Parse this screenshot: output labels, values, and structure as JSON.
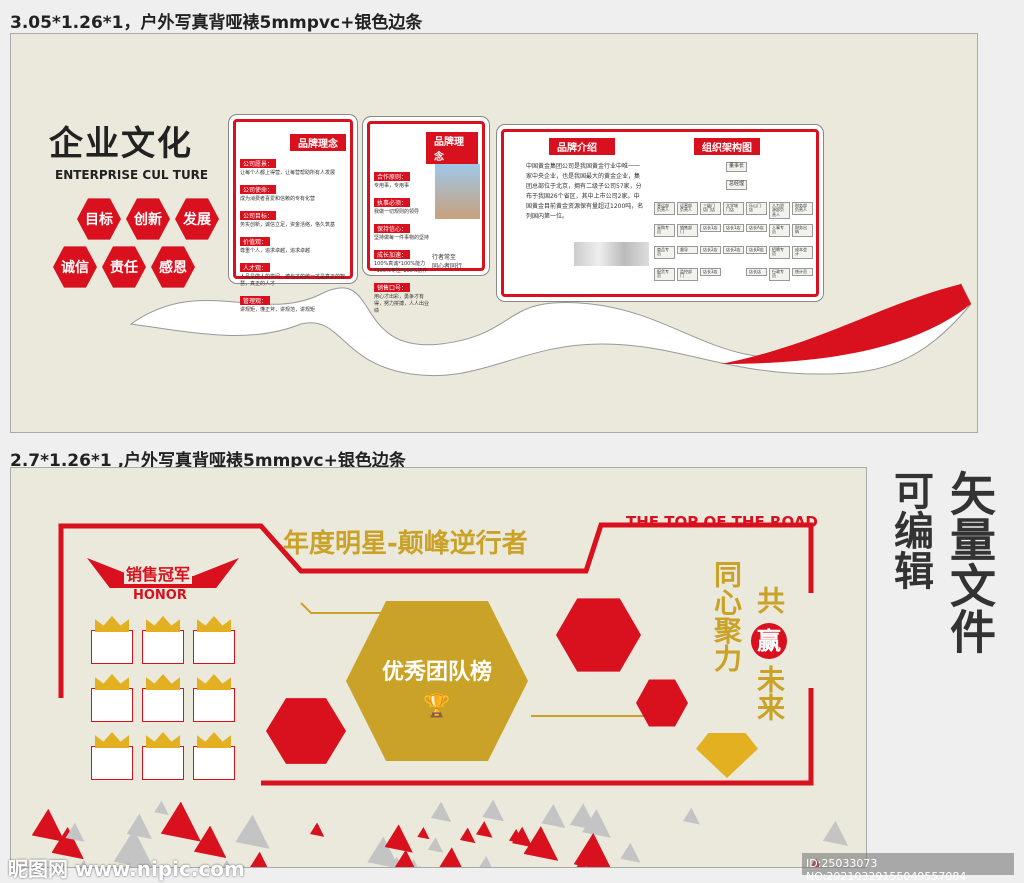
{
  "captions": {
    "top": "3.05*1.26*1，户外写真背哑裱5mmpvc+银色边条",
    "bottom": "2.7*1.26*1 ,户外写真背哑裱5mmpvc+银色边条"
  },
  "culture": {
    "title": "企业文化",
    "subtitle": "ENTERPRISE CUL TURE",
    "values": [
      "目标",
      "创新",
      "发展",
      "诚信",
      "责任",
      "感恩"
    ]
  },
  "card1": {
    "tag": "品牌理念",
    "items": [
      {
        "h": "公司愿景：",
        "t": "让每个人都上得营，让每营帮助所有人发展"
      },
      {
        "h": "公司使命：",
        "t": "成为消费者喜爱和信赖的专有化营"
      },
      {
        "h": "公司目标：",
        "t": "务实创新，诚信立足，资金活络，恪久筑基"
      },
      {
        "h": "价值观：",
        "t": "尊重个人，追求卓越，追求卓越"
      },
      {
        "h": "人才观：",
        "t": "人品是做人的学问，德与才的统一才是真正的智慧，真正的人才"
      },
      {
        "h": "管理观：",
        "t": "讲规矩，懂正斧，讲规范，讲规矩"
      }
    ]
  },
  "card2": {
    "tag": "品牌理念",
    "items": [
      {
        "h": "合作原则：",
        "t": "专用事，专用事"
      },
      {
        "h": "执事必须：",
        "t": "我做一切规则的领导"
      },
      {
        "h": "保持信心：",
        "t": "坚持做每一件事物的坚持"
      },
      {
        "h": "成长加速：",
        "t": "100%真诚*100%能力*100%专注*100%协作"
      },
      {
        "h": "销售口号：",
        "t": "用心才出彩，勇争才有得，努力拼搏，人人出业绩"
      }
    ],
    "slogan": [
      "行者常至",
      "同心者同行"
    ]
  },
  "card3": {
    "intro_tag": "品牌介绍",
    "org_tag": "组织架构图",
    "intro": "中国黄金集团公司是我国黄金行业中唯一一家中央企业，也是我国最大的黄金企业，集团总部位于北京，拥有二级子公司57家，分布于我国26个省区，其中上市公司2家。中国黄金目前黄金资源保有量超过1200吨，名列国内第一位。",
    "org_top": [
      "董事长",
      "总经理"
    ],
    "org_cols": [
      [
        "营运部负责人",
        "采购专员",
        "商品专员",
        "配货专员"
      ],
      [
        "运营部负责人",
        "销售部门",
        "督导",
        "监控部门"
      ],
      [
        "三级门店门店",
        "店长1店",
        "店长2店",
        "店长3店"
      ],
      [
        "大学城门店",
        "店长1店",
        "店长2店"
      ],
      [
        "乐山门店",
        "店长A店",
        "店长B店",
        "店长店"
      ],
      [
        "人力资源部负责人",
        "人事专员",
        "招聘专员",
        "行政专员"
      ],
      [
        "财务部负责人",
        "财务出纳",
        "成本会计",
        "统计员"
      ]
    ]
  },
  "bottom": {
    "honor_title": "销售冠军",
    "honor_sub": "HONOR",
    "headline": "年度明星-颠峰逆行者",
    "road": "THE TOP OF THE ROAD",
    "team": "优秀团队榜",
    "slogan1": "同心聚力",
    "slogan2a": "共",
    "slogan2b": "赢",
    "slogan2c": "未来"
  },
  "side_note": {
    "col1": "可编辑",
    "col2": "矢量文件"
  },
  "watermark": {
    "site": "昵图网 www.nipic.com",
    "id": "ID:25033073 NO:20210329155049557084"
  },
  "colors": {
    "red": "#d9101e",
    "gold": "#c9a227",
    "panel": "#ebe9dc"
  }
}
